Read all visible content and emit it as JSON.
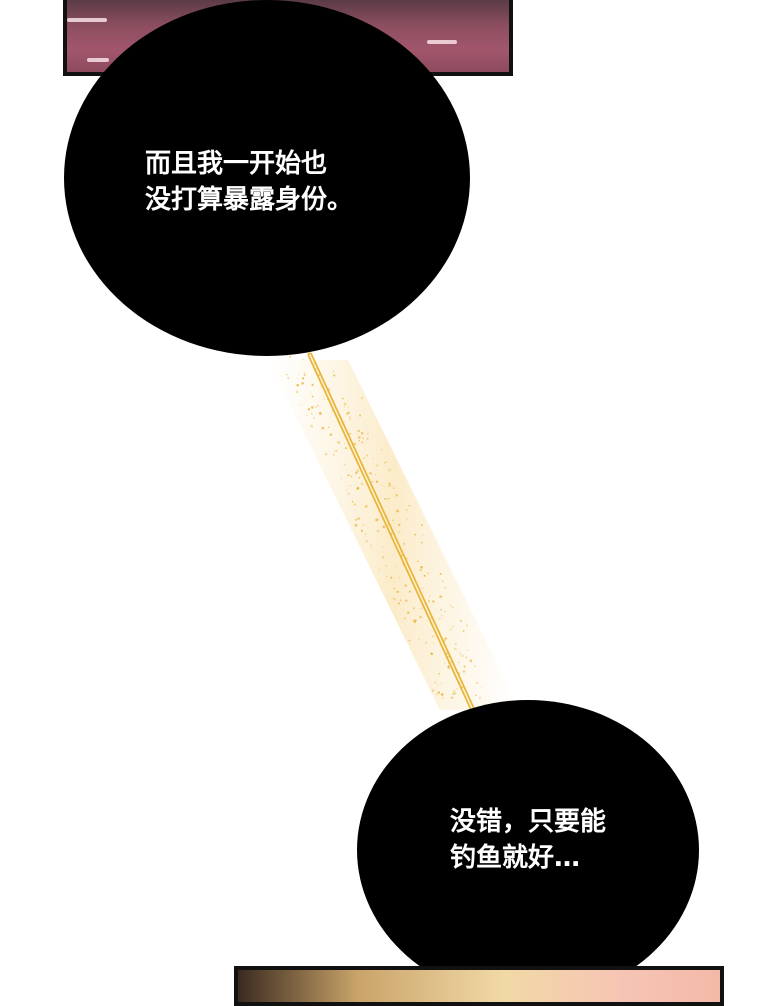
{
  "bubble_top": {
    "line1": "而且我一开始也",
    "line2": "没打算暴露身份。"
  },
  "bubble_bottom": {
    "line1": "没错，只要能",
    "line2": "钓鱼就好…"
  },
  "colors": {
    "bubble": "#000000",
    "text": "#ffffff",
    "beam": "#e8b43c",
    "panel_top": "#a2566c",
    "panel_bottom": "#f1d9a6"
  }
}
